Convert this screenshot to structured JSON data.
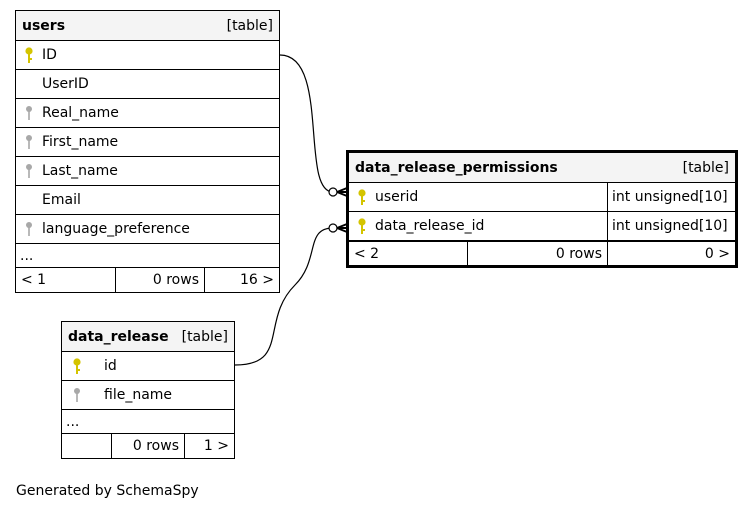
{
  "tables": {
    "users": {
      "name": "users",
      "kind": "[table]",
      "columns": [
        {
          "label": "ID",
          "icon": "primary-key-icon"
        },
        {
          "label": "UserID",
          "icon": "none"
        },
        {
          "label": "Real_name",
          "icon": "index-key-icon"
        },
        {
          "label": "First_name",
          "icon": "index-key-icon"
        },
        {
          "label": "Last_name",
          "icon": "index-key-icon"
        },
        {
          "label": "Email",
          "icon": "none"
        },
        {
          "label": "language_preference",
          "icon": "index-key-icon"
        }
      ],
      "ellipsis": "...",
      "footer": {
        "parents": "< 1",
        "rows": "0 rows",
        "children": "16 >"
      }
    },
    "permissions": {
      "name": "data_release_permissions",
      "kind": "[table]",
      "columns": [
        {
          "label": "userid",
          "type": "int unsigned[10]",
          "icon": "primary-key-icon"
        },
        {
          "label": "data_release_id",
          "type": "int unsigned[10]",
          "icon": "primary-key-icon"
        }
      ],
      "footer": {
        "parents": "< 2",
        "rows": "0 rows",
        "children": "0 >"
      }
    },
    "data_release": {
      "name": "data_release",
      "kind": "[table]",
      "columns": [
        {
          "label": "id",
          "icon": "primary-key-icon"
        },
        {
          "label": "file_name",
          "icon": "index-key-icon"
        }
      ],
      "ellipsis": "...",
      "footer": {
        "parents": "",
        "rows": "0 rows",
        "children": "1 >"
      }
    }
  },
  "colors": {
    "primary_key": "#d4c400",
    "index_key": "#a8a8a8",
    "header_bg": "#f4f4f4"
  },
  "generated_by": "Generated by SchemaSpy"
}
